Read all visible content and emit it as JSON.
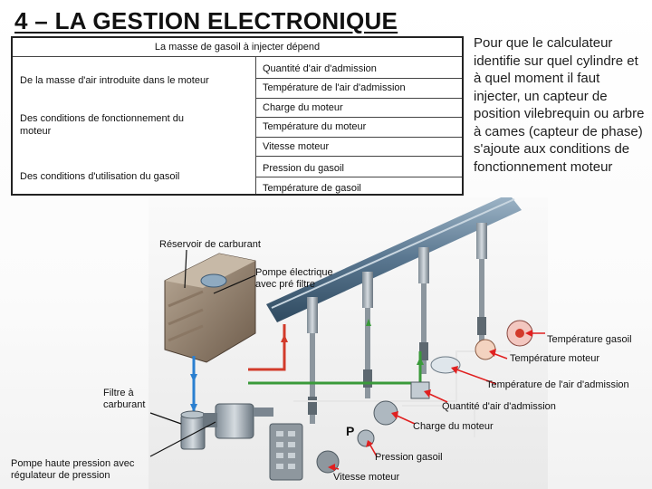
{
  "slide": {
    "title": "4 – LA GESTION ELECTRONIQUE"
  },
  "table": {
    "header": "La masse de gasoil à injecter dépend",
    "rows": [
      {
        "left": "De la masse d'air introduite dans le moteur",
        "right": [
          "Quantité d'air d'admission",
          "Température de l'air d'admission"
        ]
      },
      {
        "left": "Des conditions de fonctionnement du moteur",
        "right": [
          "Charge du moteur",
          "Température du moteur",
          "Vitesse moteur"
        ]
      },
      {
        "left": "Des conditions d'utilisation du gasoil",
        "right": [
          "Pression du gasoil",
          "Température de gasoil"
        ]
      }
    ]
  },
  "side_text": "Pour que le calculateur identifie sur quel cylindre et à quel moment il faut injecter, un capteur de position vilebrequin ou arbre à cames (capteur de phase) s'ajoute aux conditions de fonctionnement moteur",
  "diagram": {
    "labels": {
      "reservoir": "Réservoir de carburant",
      "pompe_electrique": "Pompe électrique avec pré filtre",
      "filtre": "Filtre à carburant",
      "pompe_hp": "Pompe haute pression avec régulateur de pression",
      "temp_gasoil": "Température gasoil",
      "temp_moteur": "Température moteur",
      "temp_air": "Température de l'air d'admission",
      "quantite_air": "Quantité d'air d'admission",
      "charge": "Charge du moteur",
      "pression": "Pression gasoil",
      "vitesse": "Vitesse moteur",
      "p_marker": "P"
    },
    "colors": {
      "low_pressure": "#2a7fd0",
      "return": "#3a9a3a",
      "high_pressure": "#d23a2a",
      "signal": "#e6e6e6",
      "arrow": "#e02020"
    }
  }
}
